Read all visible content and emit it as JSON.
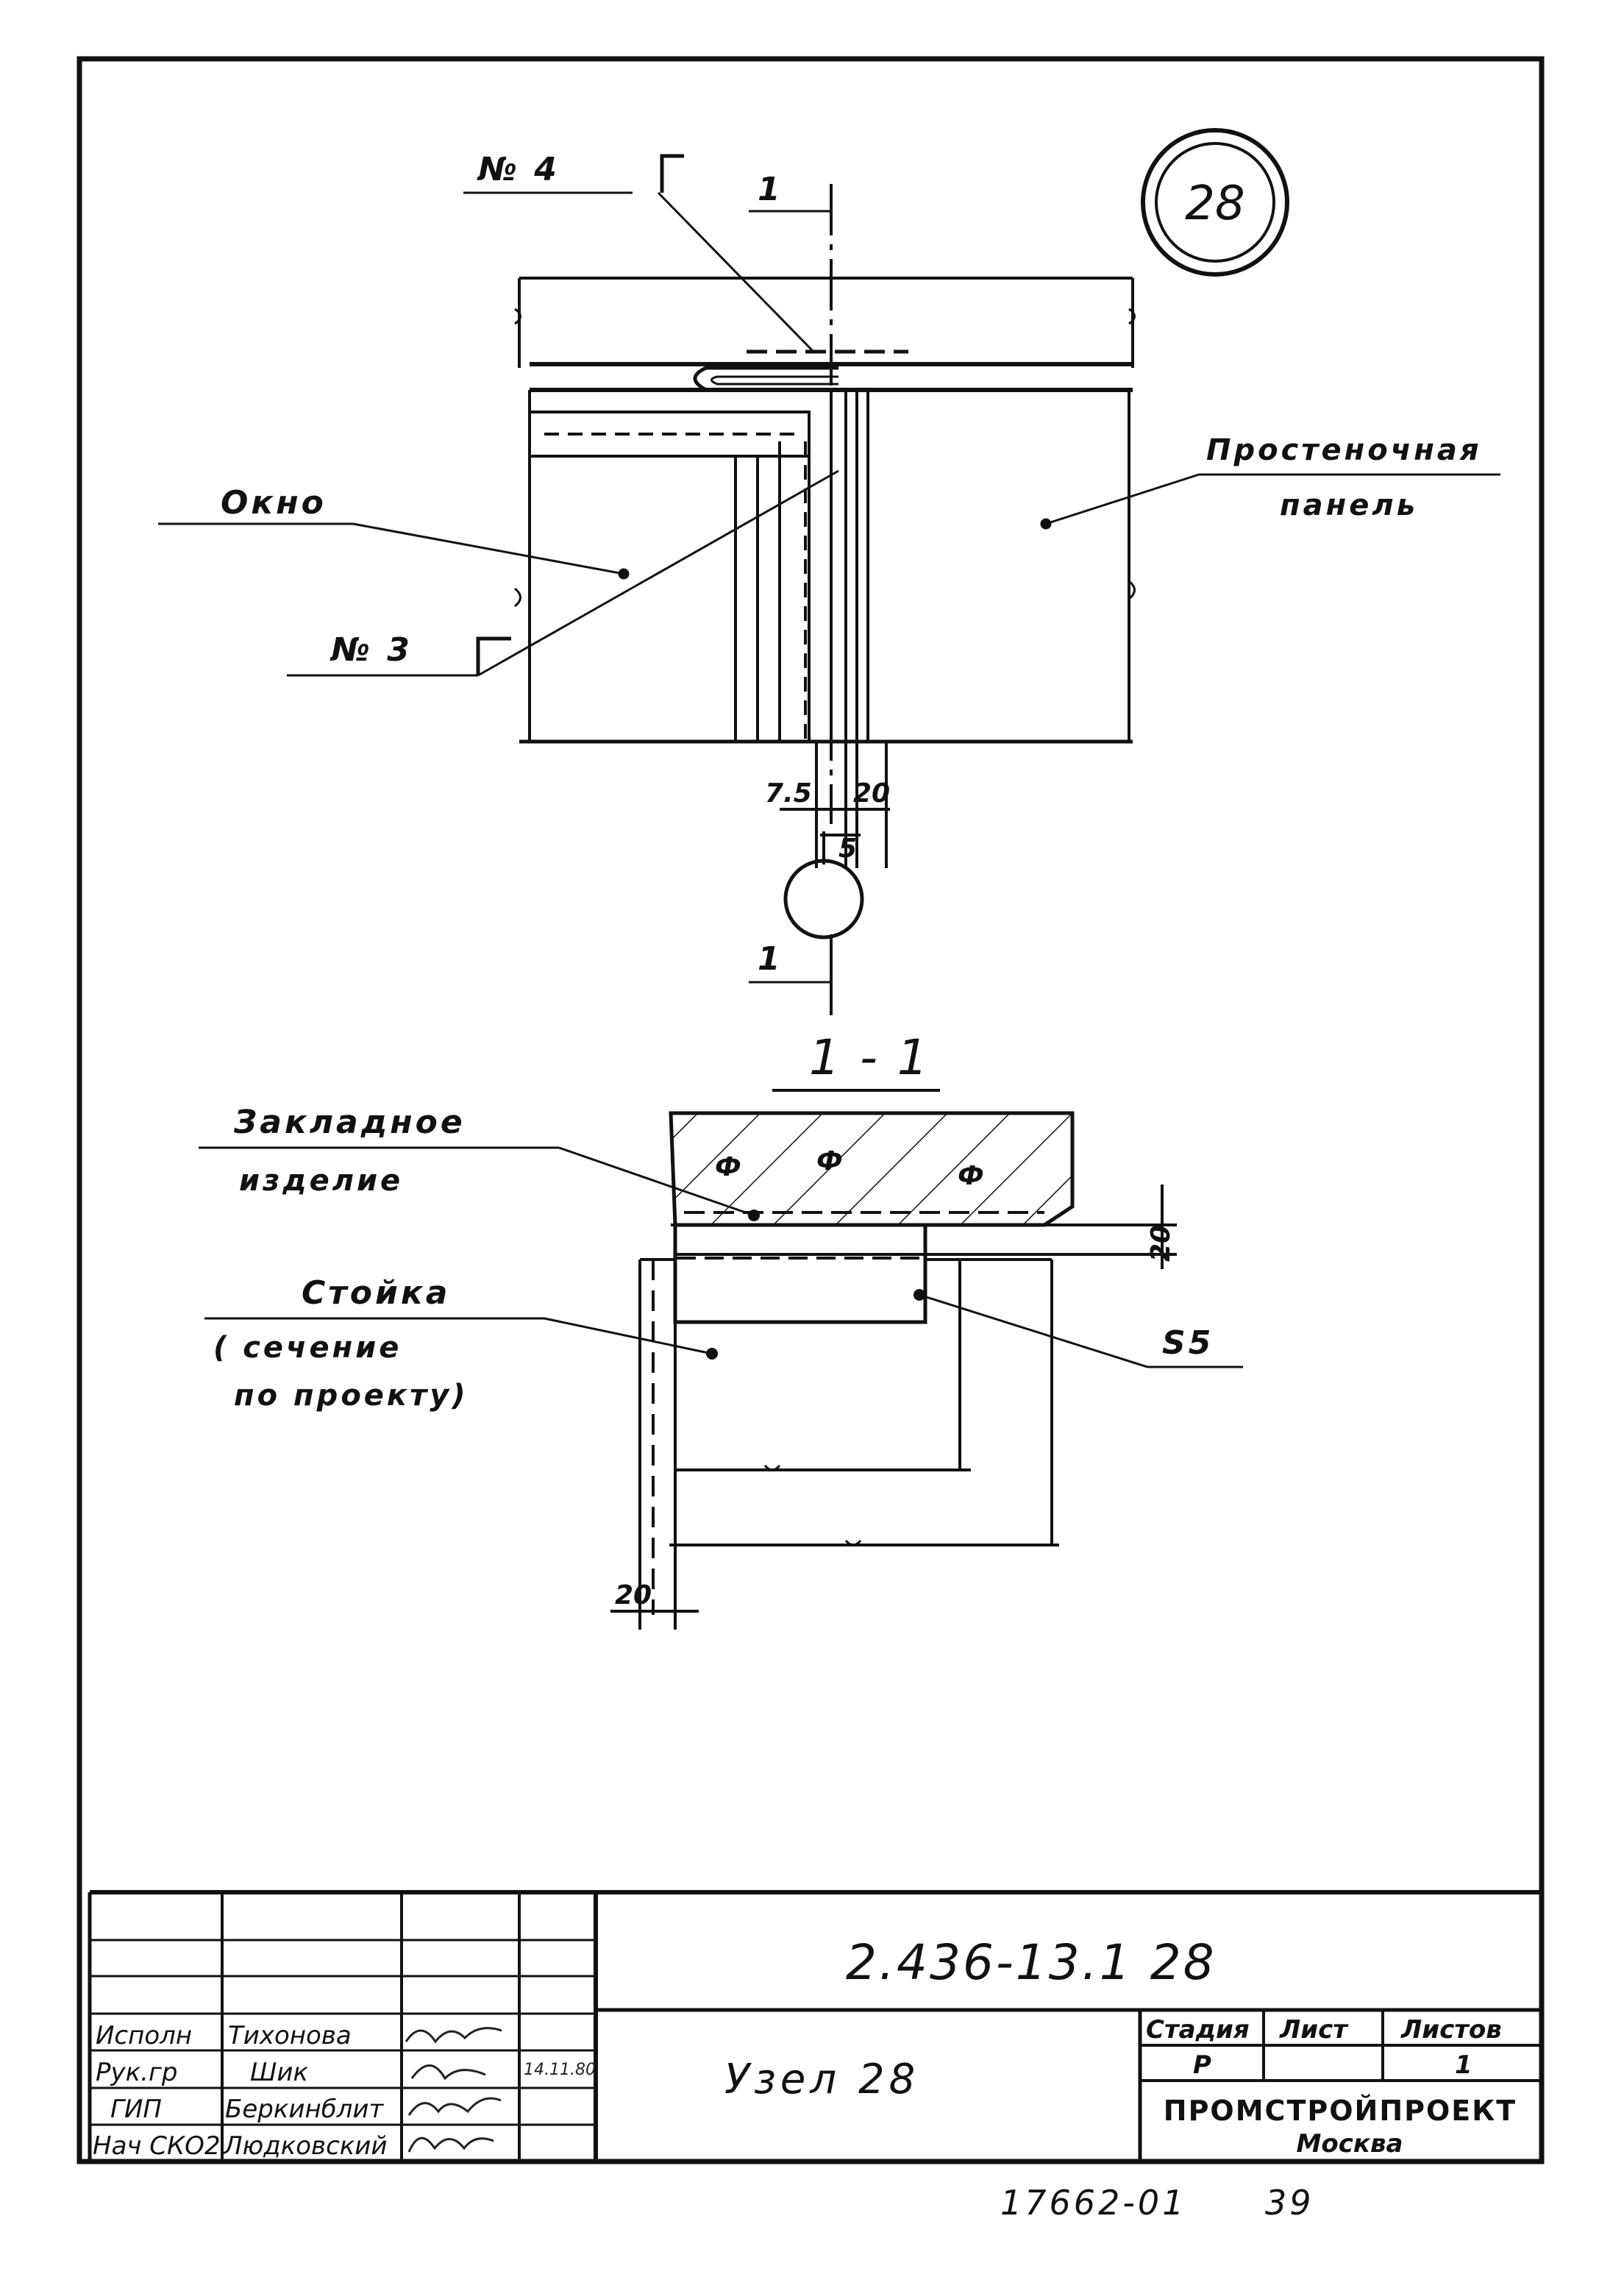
{
  "callout": {
    "number": "28"
  },
  "plan": {
    "label_no4": "№ 4",
    "label_no3": "№ 3",
    "section_mark": "1",
    "label_window": "Окно",
    "label_panel_line1": "Простеночная",
    "label_panel_line2": "панель",
    "dims": {
      "d1": "7.5",
      "d2": "20",
      "d3": "5"
    }
  },
  "section": {
    "title": "1 - 1",
    "label_embed_line1": "Закладное",
    "label_embed_line2": "изделие",
    "label_post_line1": "Стойка",
    "label_post_line2": "( сечение",
    "label_post_line3": "по проекту)",
    "label_s5": "S5",
    "dim_right": "20",
    "dim_bottom": "20",
    "hatch_marks": [
      "Ф",
      "Ф",
      "Ф"
    ]
  },
  "title_block": {
    "doc_code": "2.436-13.1  28",
    "title": "Узел  28",
    "stage_header": "Стадия",
    "sheet_header": "Лист",
    "sheets_header": "Листов",
    "stage_value": "Р",
    "sheet_value": "",
    "sheets_value": "1",
    "org_line1": "ПРОМСТРОЙПРОЕКТ",
    "org_line2": "Москва",
    "rows": [
      {
        "role": "Исполн",
        "name": "Тихонова",
        "date": ""
      },
      {
        "role": "Рук.гр",
        "name": "Шик",
        "date": "14.11.80"
      },
      {
        "role": "ГИП",
        "name": "Беркинблит",
        "date": ""
      },
      {
        "role": "Нач СКО2",
        "name": "Людковский",
        "date": ""
      }
    ]
  },
  "footer": {
    "inventory": "17662-01",
    "page": "39"
  }
}
